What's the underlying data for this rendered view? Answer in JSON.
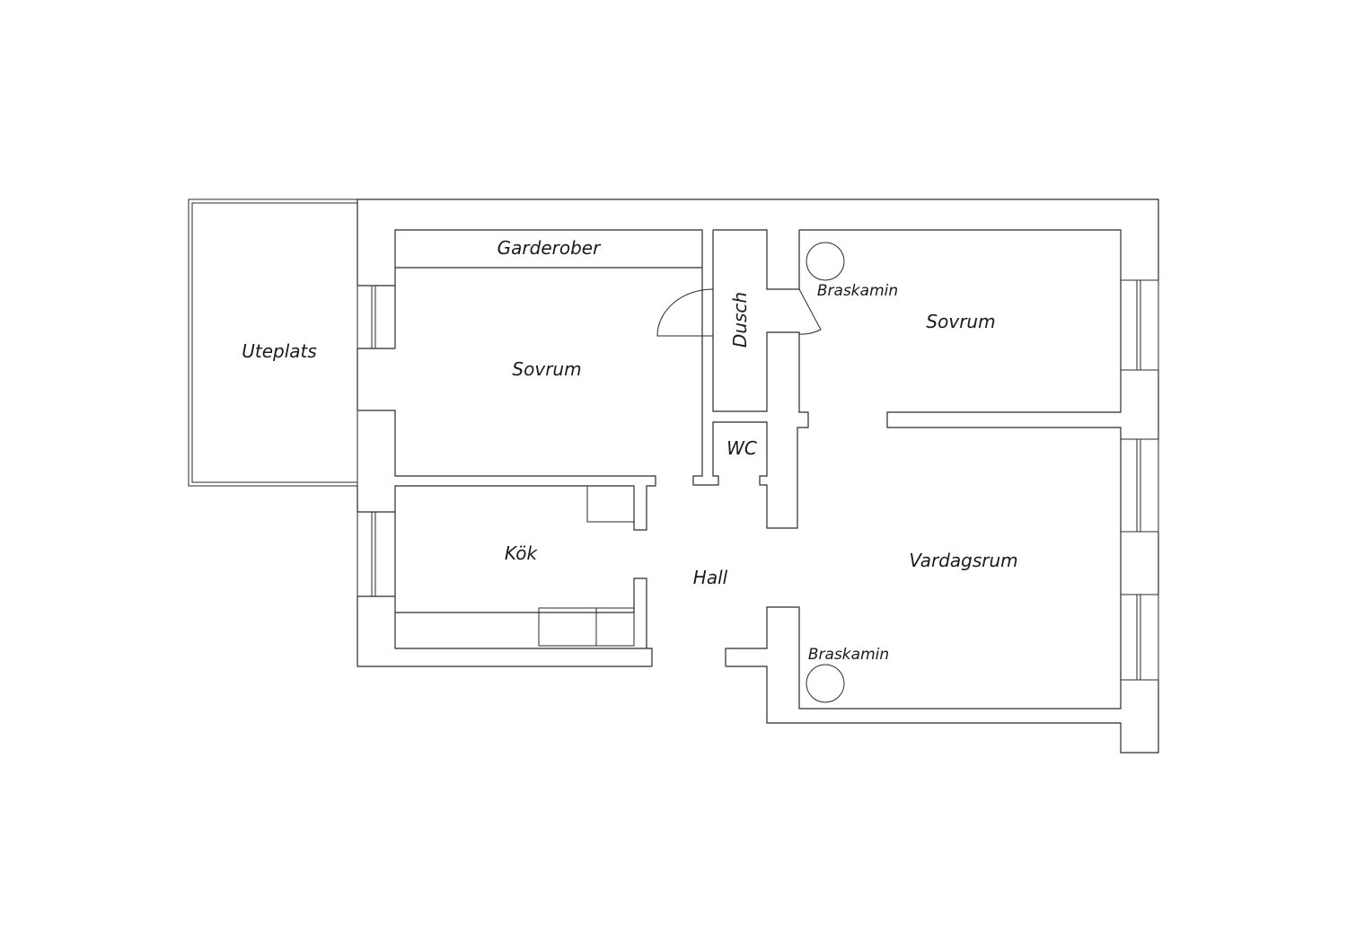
{
  "rooms": {
    "uteplats": "Uteplats",
    "garderober": "Garderober",
    "sovrum_left": "Sovrum",
    "dusch": "Dusch",
    "wc": "WC",
    "sovrum_right": "Sovrum",
    "kok": "Kök",
    "hall": "Hall",
    "vardagsrum": "Vardagsrum"
  },
  "fixtures": {
    "braskamin_top": "Braskamin",
    "braskamin_bottom": "Braskamin"
  }
}
